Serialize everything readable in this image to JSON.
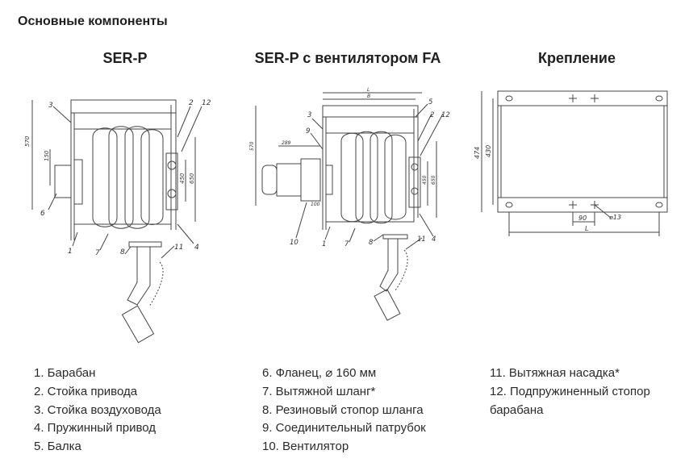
{
  "heading": "Основные компоненты",
  "columns": [
    {
      "title": "SER-P"
    },
    {
      "title": "SER-P с вентилятором FA"
    },
    {
      "title": "Крепление"
    }
  ],
  "drawings": {
    "ser_p": {
      "callouts": [
        "3",
        "2",
        "12",
        "1",
        "7",
        "8",
        "11",
        "4",
        "6"
      ],
      "dims": [
        "570",
        "150",
        "450",
        "650"
      ]
    },
    "ser_p_fa": {
      "callouts": [
        "3",
        "9",
        "5",
        "2",
        "12",
        "10",
        "1",
        "7",
        "8",
        "11",
        "4"
      ],
      "dims": [
        "L",
        "B",
        "570",
        "289",
        "100",
        "450",
        "650"
      ]
    },
    "mount": {
      "dims": [
        "474",
        "430",
        "90",
        "⌀13",
        "L"
      ]
    }
  },
  "legend": {
    "col1": [
      "1. Барабан",
      "2. Стойка привода",
      "3. Стойка воздуховода",
      "4. Пружинный привод",
      "5. Балка"
    ],
    "col2": [
      "6. Фланец, ⌀ 160 мм",
      "7. Вытяжной шланг*",
      "8. Резиновый стопор шланга",
      "9. Соединительный патрубок",
      "10. Вентилятор"
    ],
    "col3": [
      "11. Вытяжная насадка*",
      "12. Подпружиненный стопор",
      "барабана"
    ]
  }
}
